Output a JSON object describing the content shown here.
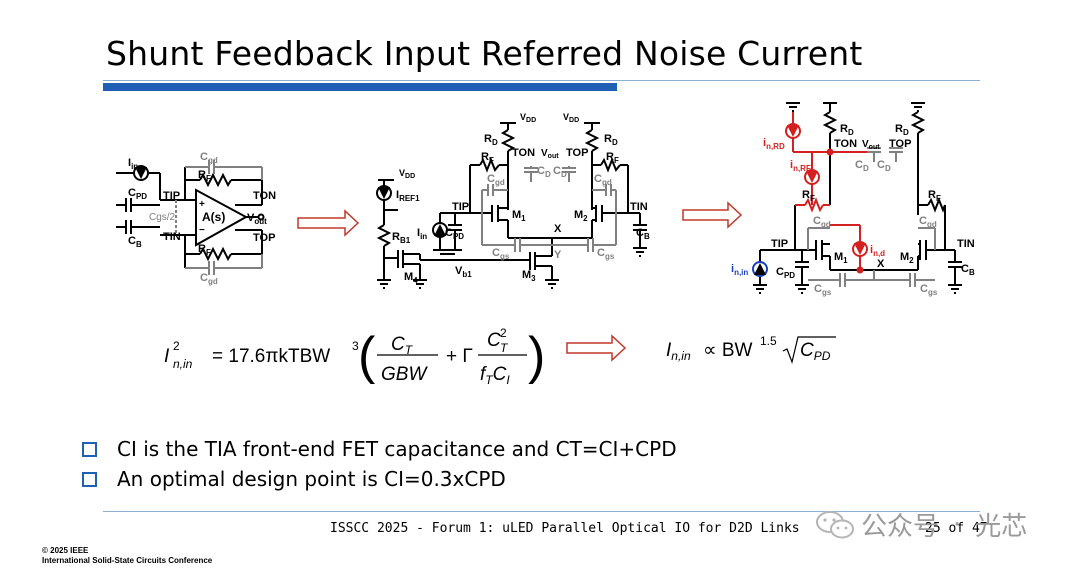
{
  "slide": {
    "title": "Shunt Feedback Input Referred Noise Current",
    "bullets": [
      "CI is the TIA front-end FET capacitance and CT=CI+CPD",
      "An optimal design point is CI=0.3xCPD"
    ],
    "footer": "ISSCC 2025 - Forum 1: uLED Parallel Optical IO for D2D Links",
    "page": "25 of 47",
    "copyright_line1": "© 2025 IEEE",
    "copyright_line2": "International Solid-State Circuits Conference",
    "watermark_left": "公众号",
    "watermark_sep": "·",
    "watermark_right": "光芯"
  },
  "formulas": {
    "noise_lhs": "I",
    "noise_lhs_sup": "2",
    "noise_lhs_sub": "n,in",
    "noise_eq": "= 17.6πkTBW",
    "noise_eq_sup": "3",
    "frac1_num": "C",
    "frac1_num_sub": "T",
    "frac1_den": "GBW",
    "plus_gamma": "+ Γ",
    "frac2_num": "C",
    "frac2_num_sup": "2",
    "frac2_num_sub": "T",
    "frac2_den_f": "f",
    "frac2_den_f_sub": "T",
    "frac2_den_c": "C",
    "frac2_den_c_sub": "I",
    "prop_lhs": "I",
    "prop_lhs_sub": "n,in",
    "prop_sym": "∝ BW",
    "prop_exp": "1.5",
    "prop_sqrt": "C",
    "prop_sqrt_sub": "PD"
  },
  "diagram1": {
    "in": "I",
    "in_sub": "in",
    "cgd": "C",
    "cgd_sub": "gd",
    "rf": "R",
    "rf_sub": "F",
    "cpd": "C",
    "cpd_sub": "PD",
    "tip": "TIP",
    "ton": "TON",
    "cgs2": "Cgs/2",
    "amp": "A(s)",
    "vout": "V",
    "vout_sub": "out",
    "cb": "C",
    "cb_sub": "B",
    "tin": "TIN",
    "top": "TOP",
    "plus": "+",
    "minus": "−"
  },
  "diagram2": {
    "vdd": "V",
    "vdd_sub": "DD",
    "iref": "I",
    "iref_sub": "REF1",
    "rb": "R",
    "rb_sub": "B1",
    "m4": "M",
    "m4_sub": "4",
    "vb1": "V",
    "vb1_sub": "b1",
    "m3": "M",
    "m3_sub": "3",
    "rd": "R",
    "rd_sub": "D",
    "ton": "TON",
    "top": "TOP",
    "vout": "V",
    "vout_sub": "out",
    "cd": "C",
    "cd_sub": "D",
    "rf": "R",
    "rf_sub": "F",
    "cgd": "C",
    "cgd_sub": "gd",
    "tip": "TIP",
    "tin": "TIN",
    "m1": "M",
    "m1_sub": "1",
    "m2": "M",
    "m2_sub": "2",
    "x": "X",
    "y": "Y",
    "in": "I",
    "in_sub": "in",
    "cpd": "C",
    "cpd_sub": "PD",
    "cgs": "C",
    "cgs_sub": "gs",
    "cb": "C",
    "cb_sub": "B"
  },
  "diagram3": {
    "inrd": "i",
    "inrd_sub": "n,RD",
    "inrf": "i",
    "inrf_sub": "n,RF",
    "ind": "i",
    "ind_sub": "n,d",
    "inin": "i",
    "inin_sub": "n,in",
    "rd": "R",
    "rd_sub": "D",
    "ton": "TON",
    "top": "TOP",
    "vout": "V",
    "vout_sub": "out",
    "cd": "C",
    "cd_sub": "D",
    "rf": "R",
    "rf_sub": "F",
    "cgd": "C",
    "cgd_sub": "gd",
    "tip": "TIP",
    "tin": "TIN",
    "m1": "M",
    "m1_sub": "1",
    "m2": "M",
    "m2_sub": "2",
    "x": "X",
    "cpd": "C",
    "cpd_sub": "PD",
    "cgs": "C",
    "cgs_sub": "gs",
    "cb": "C",
    "cb_sub": "B"
  },
  "colors": {
    "accent_blue": "#1f5fb4",
    "rule_light": "#8ab0d6",
    "noise_red": "#d42020",
    "input_blue": "#1a3fbf",
    "arrow_red": "#c0392b",
    "cap_gray": "#808080"
  }
}
